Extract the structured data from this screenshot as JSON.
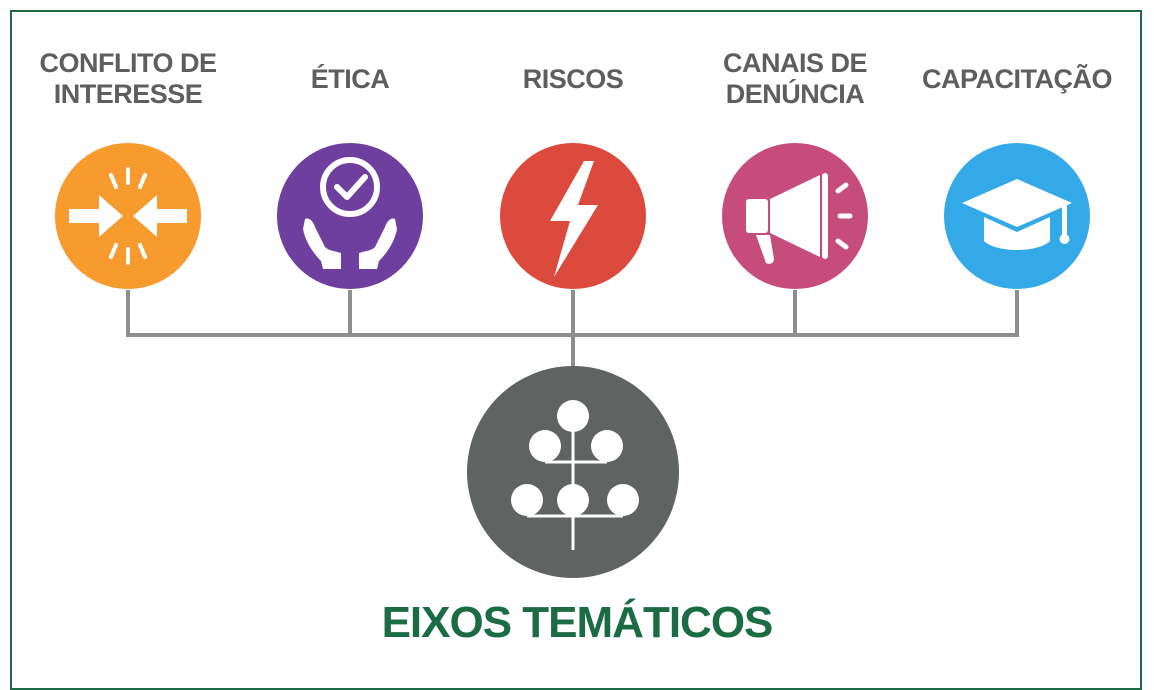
{
  "theme_nodes": [
    {
      "label": "CONFLITO DE\nINTERESSE",
      "icon": "converging-arrows-icon",
      "color": "#f89b2e"
    },
    {
      "label": "ÉTICA",
      "icon": "hands-checkmark-icon",
      "color": "#6f3fa0"
    },
    {
      "label": "RISCOS",
      "icon": "lightning-bolt-icon",
      "color": "#db4a3c"
    },
    {
      "label": "CANAIS DE\nDENÚNCIA",
      "icon": "megaphone-icon",
      "color": "#c64c7b"
    },
    {
      "label": "CAPACITAÇÃO",
      "icon": "graduation-cap-icon",
      "color": "#34a9e8"
    }
  ],
  "hub": {
    "icon": "tree-structure-icon",
    "color": "#5f6362"
  },
  "caption": "EIXOS TEMÁTICOS",
  "colors": {
    "frame": "#1f6b46",
    "label_text": "#5c5f5e",
    "connector": "#8c8f8e",
    "caption": "#1b6b43"
  }
}
